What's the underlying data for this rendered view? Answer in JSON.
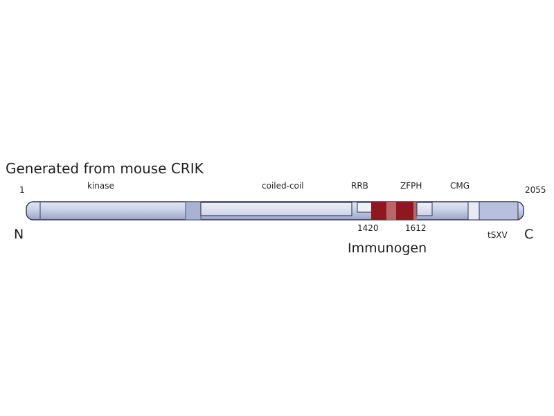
{
  "title": "Generated from mouse CRIK",
  "protein": {
    "start": "1",
    "end": "2055",
    "n_terminus": "N",
    "c_terminus": "C"
  },
  "domains": {
    "kinase": "kinase",
    "coiled_coil": "coiled-coil",
    "rrb": "RRB",
    "zfph": "ZFPH",
    "cmg": "CMG",
    "tsxv": "tSXV"
  },
  "immunogen": {
    "label": "Immunogen",
    "start": "1420",
    "end": "1612"
  },
  "colors": {
    "backbone_fill": "#c6cde6",
    "backbone_stroke": "#2d3550",
    "domain_fill": "#dfe3f1",
    "immunogen_dark": "#8e1820",
    "immunogen_light": "#b9666a",
    "immunogen_text": "#7d1f3f"
  }
}
